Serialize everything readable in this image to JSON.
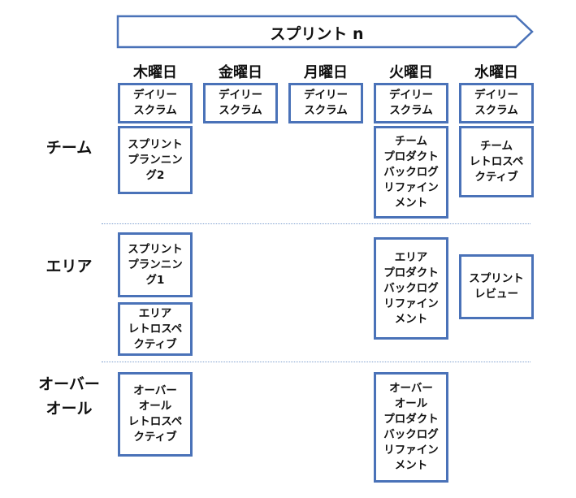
{
  "sprint": {
    "title": "スプリント n"
  },
  "days": [
    "木曜日",
    "金曜日",
    "月曜日",
    "火曜日",
    "水曜日"
  ],
  "lanes": [
    "チーム",
    "エリア",
    "オーバー\nオール"
  ],
  "events": {
    "daily_thu": "デイリー\nスクラム",
    "daily_fri": "デイリー\nスクラム",
    "daily_mon": "デイリー\nスクラム",
    "daily_tue": "デイリー\nスクラム",
    "daily_wed": "デイリー\nスクラム",
    "team_planning2": "スプリント\nプランニン\nグ2",
    "team_refinement": "チーム\nプロダクト\nバックログ\nリファイン\nメント",
    "team_retro": "チーム\nレトロスペ\nクティブ",
    "area_planning1": "スプリント\nプランニン\nグ1",
    "area_retro": "エリア\nレトロスペ\nクティブ",
    "area_refinement": "エリア\nプロダクト\nバックログ\nリファイン\nメント",
    "sprint_review": "スプリント\nレビュー",
    "overall_retro": "オーバー\nオール\nレトロスペ\nクティブ",
    "overall_refinement": "オーバー\nオール\nプロダクト\nバックログ\nリファイン\nメント"
  },
  "colors": {
    "box_border": "#4a72b8",
    "divider": "#7fa0cf"
  }
}
